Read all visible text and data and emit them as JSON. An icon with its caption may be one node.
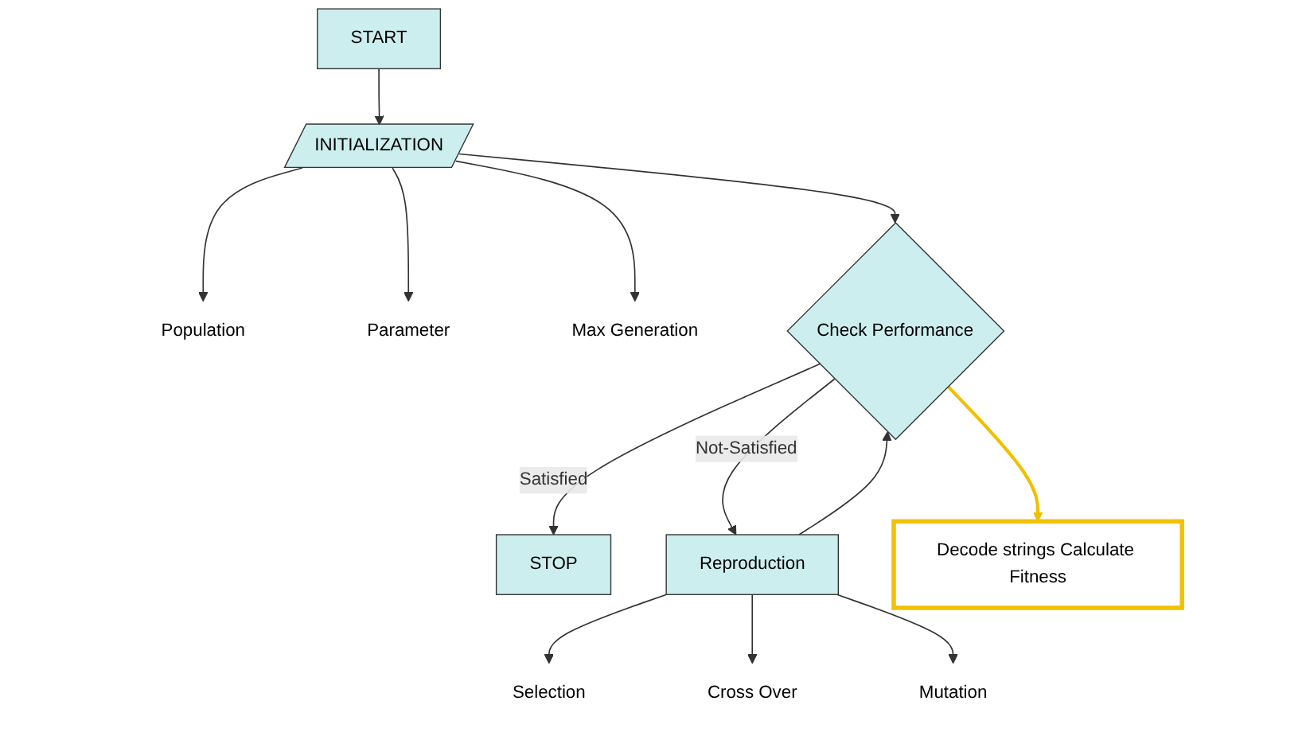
{
  "diagram": {
    "nodes": [
      {
        "text": [
          "START"
        ]
      },
      {
        "text": [
          "INITIALIZATION"
        ]
      },
      {
        "text": [
          "Population"
        ]
      },
      {
        "text": [
          "Parameter"
        ]
      },
      {
        "text": [
          "Max Generation"
        ]
      },
      {
        "text": [
          "Check Performance"
        ]
      },
      {
        "text": [
          "STOP"
        ]
      },
      {
        "text": [
          "Decode strings Calculate Fitness"
        ]
      },
      {
        "text": [
          "Reproduction"
        ]
      },
      {
        "text": [
          "Selection"
        ]
      },
      {
        "text": [
          "Cross Over"
        ]
      },
      {
        "text": [
          "Mutation"
        ]
      }
    ],
    "edges": [
      {
        "from": 0,
        "to": 1,
        "arrow": "to"
      },
      {
        "from": 1,
        "to": 2,
        "arrow": "to"
      },
      {
        "from": 1,
        "to": 3,
        "arrow": "to"
      },
      {
        "from": 1,
        "to": 4,
        "arrow": "to"
      },
      {
        "from": 1,
        "to": 5,
        "arrow": "to"
      },
      {
        "from": 5,
        "to": 6,
        "label": "Satisfied",
        "arrow": "to"
      },
      {
        "from": 5,
        "to": 7,
        "arrow": "to",
        "color": "#f0c000"
      },
      {
        "from": 5,
        "to": 8,
        "label": "Not-Satisfied",
        "arrow": "to"
      },
      {
        "from": 8,
        "to": 5,
        "arrow": "to"
      },
      {
        "from": 8,
        "to": 9,
        "arrow": "to"
      },
      {
        "from": 8,
        "to": 10,
        "arrow": "to"
      },
      {
        "from": 8,
        "to": 11,
        "arrow": "to"
      }
    ]
  }
}
